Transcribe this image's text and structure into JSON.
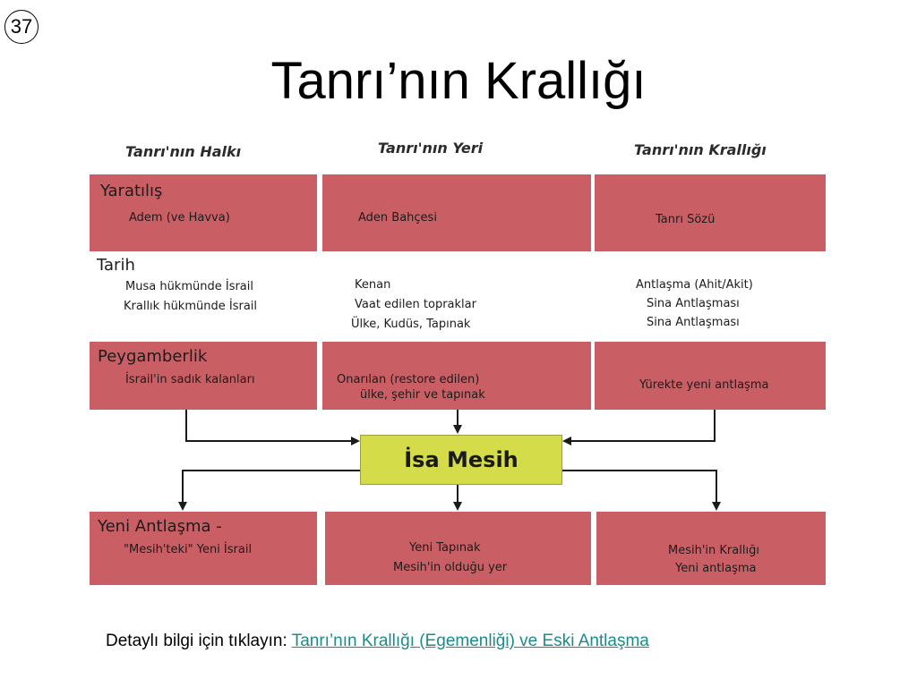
{
  "slide_number": "37",
  "title": "Tanrı’nın Krallığı",
  "columns": {
    "halk": "Tanrı'nın Halkı",
    "yer": "Tanrı'nın Yeri",
    "krallik": "Tanrı'nın Krallığı"
  },
  "rows": {
    "yaratilis": {
      "heading": "Yaratılış",
      "halk": [
        "Adem (ve Havva)"
      ],
      "yer": [
        "Aden Bahçesi"
      ],
      "krallik": [
        "Tanrı Sözü"
      ]
    },
    "tarih": {
      "heading": "Tarih",
      "halk": [
        "Musa hükmünde İsrail",
        "Krallık hükmünde İsrail"
      ],
      "yer": [
        "Kenan",
        "Vaat edilen topraklar",
        "Ülke, Kudüs, Tapınak"
      ],
      "krallik": [
        "Antlaşma (Ahit/Akit)",
        "Sina Antlaşması",
        "Sina Antlaşması"
      ]
    },
    "peygamberlik": {
      "heading": "Peygamberlik",
      "halk": [
        "İsrail'in sadık kalanları"
      ],
      "yer": [
        "Onarılan (restore edilen)",
        "ülke, şehir ve tapınak"
      ],
      "krallik": [
        "Yürekte yeni antlaşma"
      ]
    },
    "yeni": {
      "heading": "Yeni Antlaşma -",
      "halk": [
        "\"Mesih'teki\" Yeni İsrail"
      ],
      "yer": [
        "Yeni Tapınak",
        "Mesih'in olduğu yer"
      ],
      "krallik": [
        "Mesih'in Krallığı",
        "Yeni antlaşma"
      ]
    }
  },
  "center": "İsa Mesih",
  "footer": {
    "prefix": "Detaylı bilgi için tıklayın:",
    "link": "Tanrı’nın Krallığı (Egemenliği) ve Eski Antlaşma"
  },
  "colors": {
    "box": "#c95f64",
    "center": "#d5dc4a",
    "link": "#1b8b8b"
  }
}
